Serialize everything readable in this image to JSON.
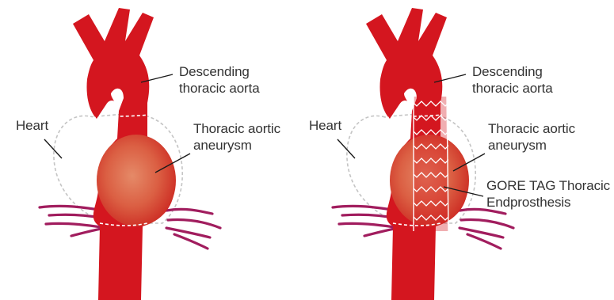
{
  "panels": [
    {
      "labels": {
        "descending_line1": "Descending",
        "descending_line2": "thoracic aorta",
        "heart": "Heart",
        "aneurysm_line1": "Thoracic aortic",
        "aneurysm_line2": "aneurysm"
      }
    },
    {
      "labels": {
        "descending_line1": "Descending",
        "descending_line2": "thoracic aorta",
        "heart": "Heart",
        "aneurysm_line1": "Thoracic aortic",
        "aneurysm_line2": "aneurysm",
        "device_line1": "GORE TAG Thoracic",
        "device_line2": "Endprosthesis"
      }
    }
  ],
  "colors": {
    "aorta": "#d4161f",
    "aneurysm_outer": "#d2402f",
    "aneurysm_inner": "#e07a5c",
    "vessels": "#a11d5e",
    "heart_outline": "#bdbdbd",
    "leader_lines": "#1a1a1a",
    "stent": "#ffffff"
  }
}
